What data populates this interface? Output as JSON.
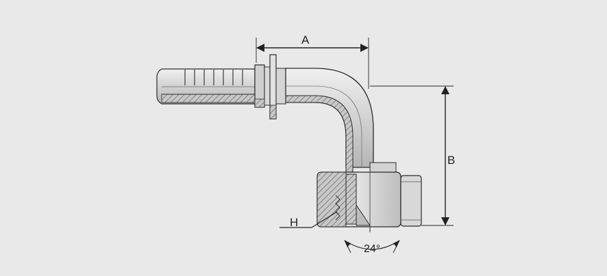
{
  "diagram": {
    "labels": {
      "a": "A",
      "b": "B",
      "h": "H",
      "angle": "24°"
    },
    "colors": {
      "background": "#e9e9e9",
      "outline": "#2a2a2a",
      "metal_light": "#dcdcdc",
      "metal_mid": "#c6c6c6",
      "metal_dark": "#a9a9a9",
      "hatch_fill": "#b8b8b8"
    }
  }
}
